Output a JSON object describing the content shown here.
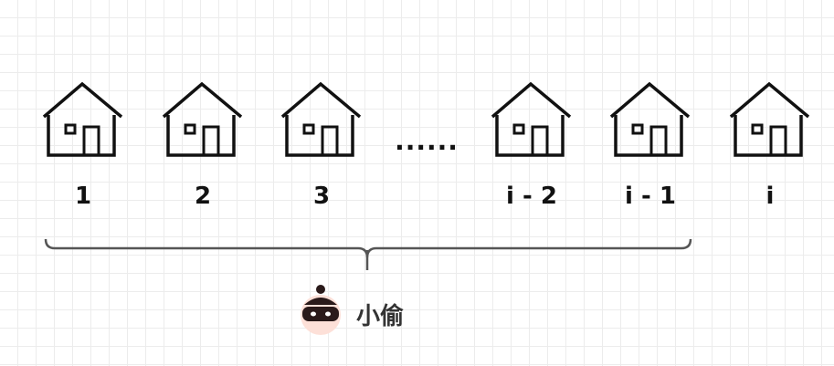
{
  "houses": [
    {
      "label": "1"
    },
    {
      "label": "2"
    },
    {
      "label": "3"
    },
    {
      "label": "i - 2"
    },
    {
      "label": "i - 1"
    },
    {
      "label": "i"
    }
  ],
  "ellipsis": "......",
  "thief": {
    "label": "小偷",
    "icon": "thief-icon"
  },
  "colors": {
    "line": "#111111",
    "brace": "#555555",
    "grid": "#ececec",
    "thief_face": "#fde0d8",
    "thief_mask": "#2a1a1a"
  }
}
